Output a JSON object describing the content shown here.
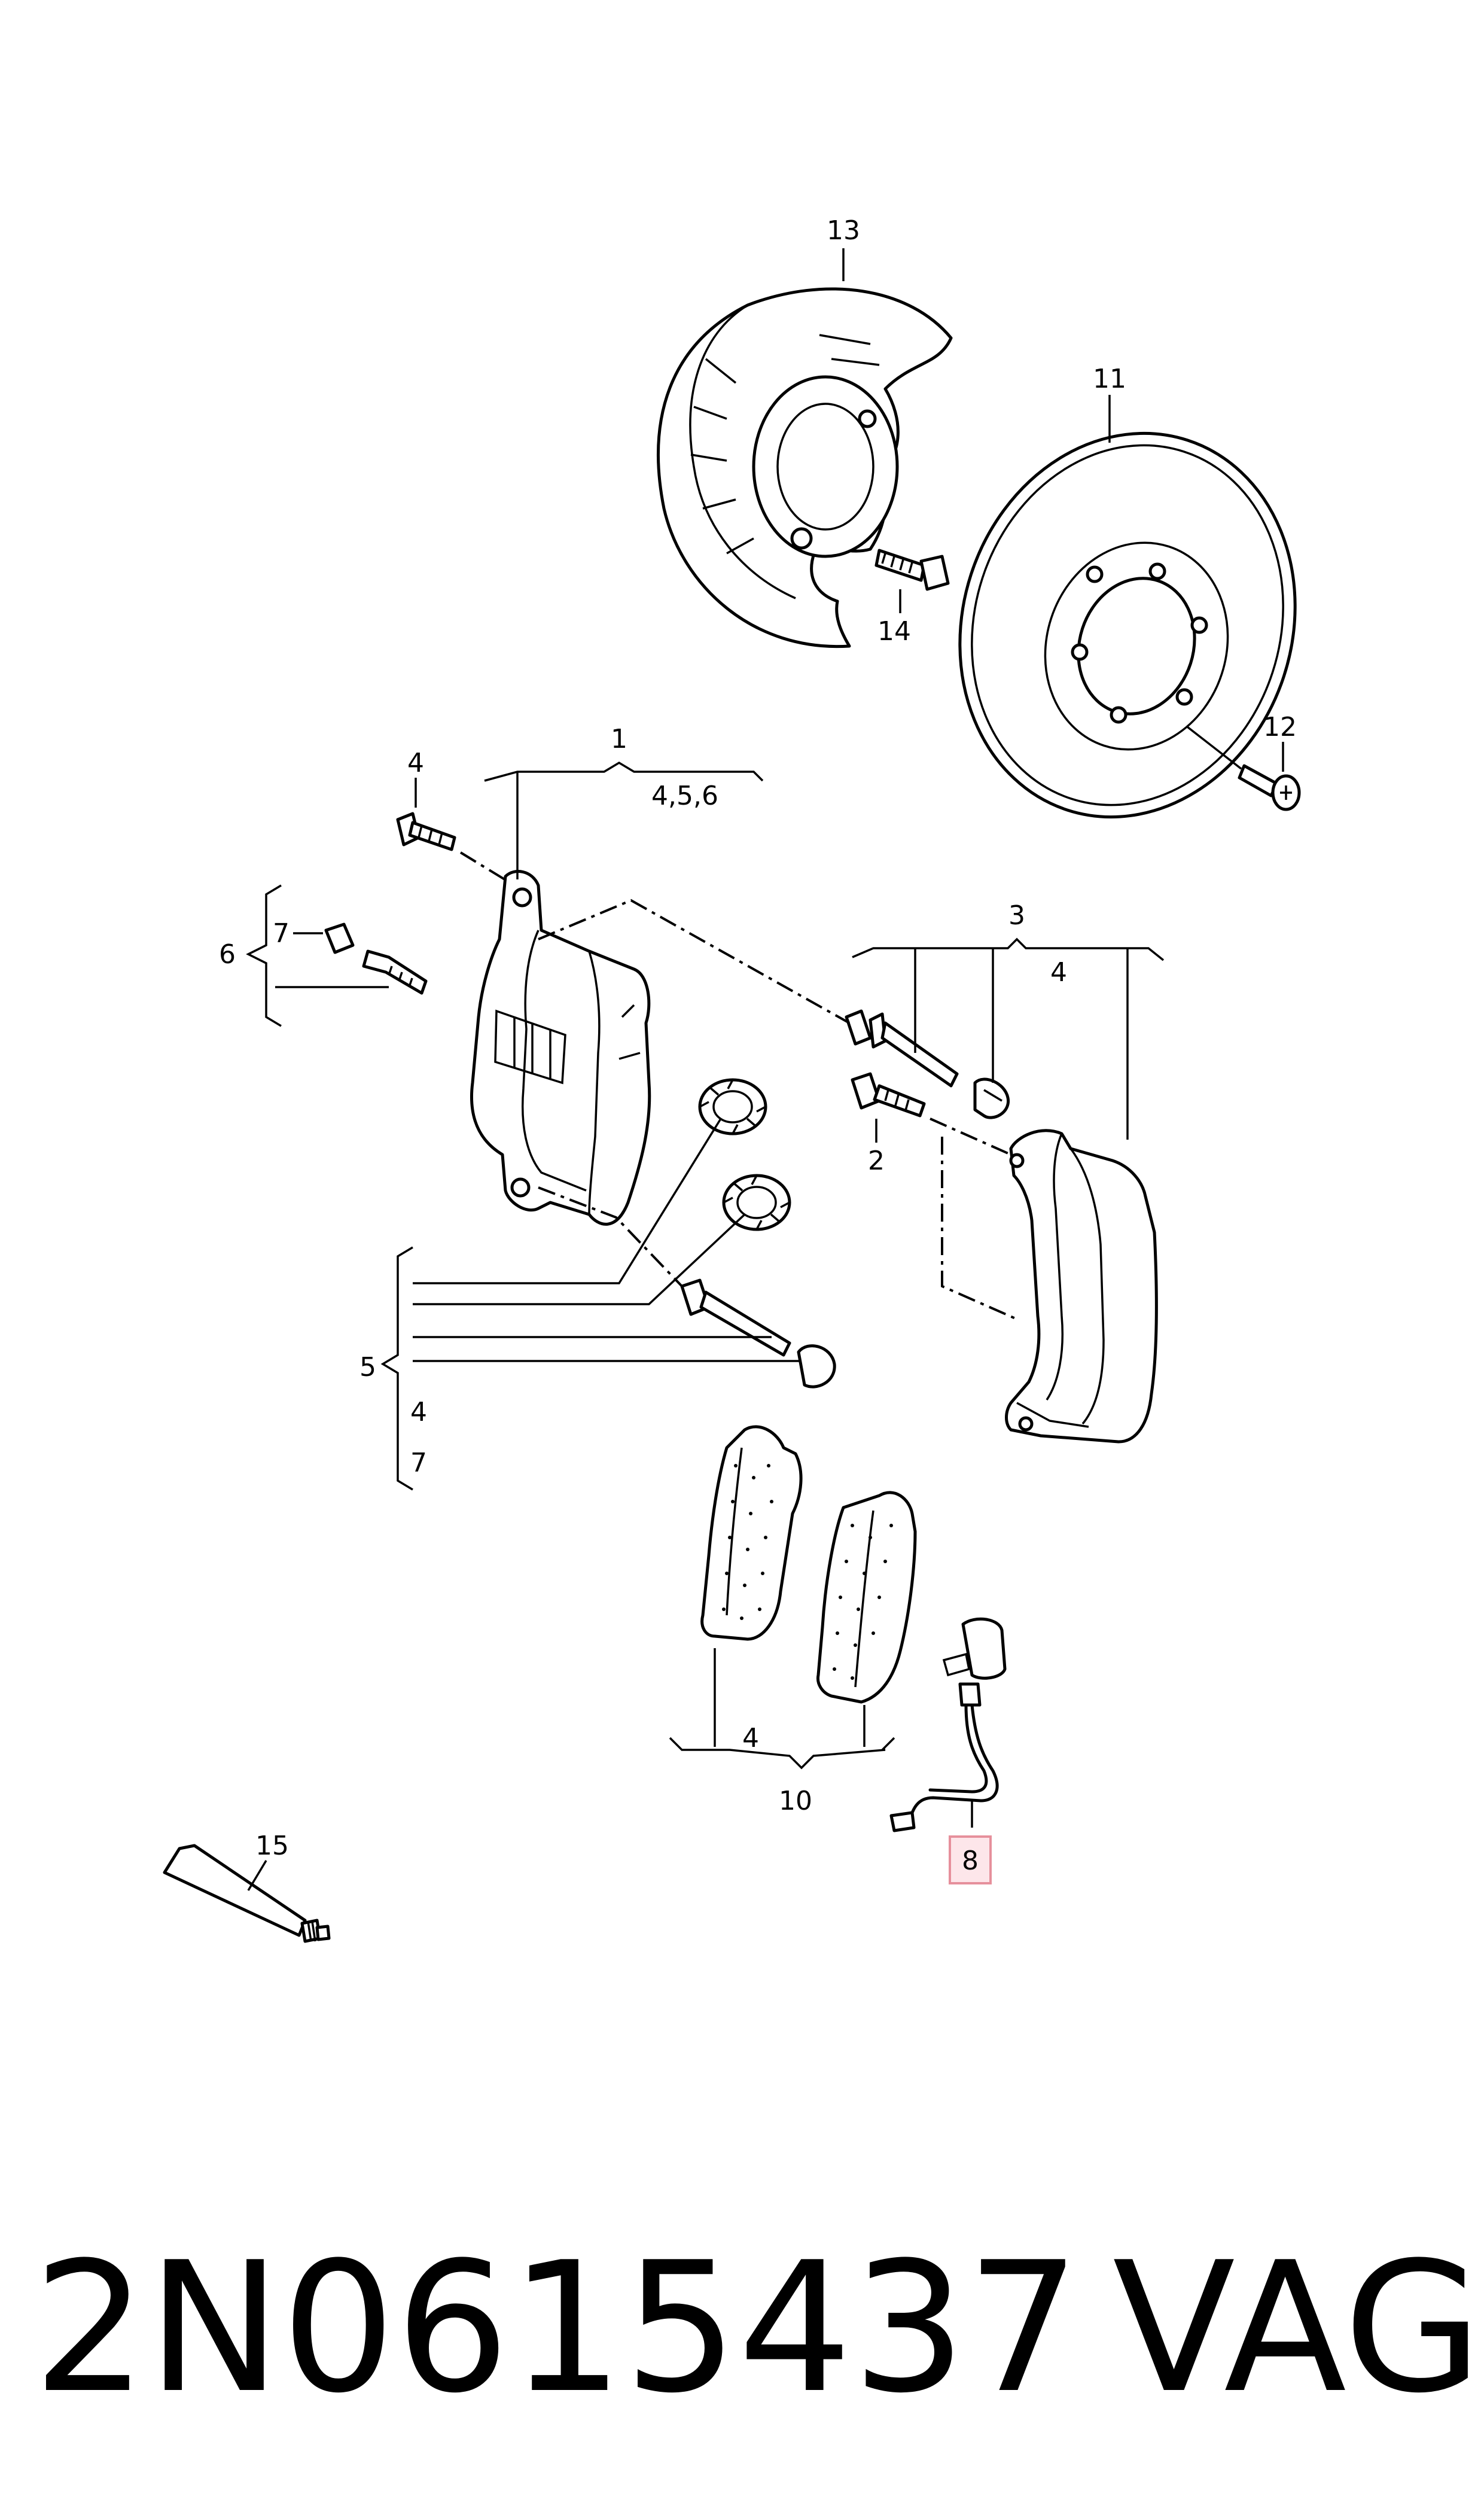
{
  "callouts": {
    "c1": "1",
    "c1_sub": "4,5,6",
    "c2": "2",
    "c3": "3",
    "c3_sub": "4",
    "c4": "4",
    "c5": "5",
    "c5_a": "4",
    "c5_b": "7",
    "c6": "6",
    "c7": "7",
    "c8": "8",
    "c10_a": "4",
    "c10": "10",
    "c11": "11",
    "c12": "12",
    "c13": "13",
    "c14": "14",
    "c15": "15"
  },
  "highlighted_callout": "8",
  "footer": {
    "part_number": "2N0615437",
    "brand": "VAG"
  },
  "colors": {
    "line": "#000000",
    "highlight_fill": "#fde6ea",
    "highlight_border": "#e6909c"
  }
}
